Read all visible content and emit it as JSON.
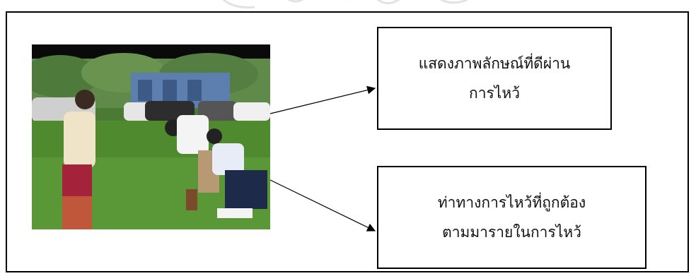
{
  "diagram": {
    "photo": {
      "icon": "ceremony-photo",
      "description_icon": "wai-greeting-scene"
    },
    "callouts": [
      {
        "line1": "แสดงภาพลักษณ์ที่ดีผ่าน",
        "line2": "การไหว้"
      },
      {
        "line1": "ท่าทางการไหว้ที่ถูกต้อง",
        "line2": "ตามมารายในการไหว้"
      }
    ]
  }
}
